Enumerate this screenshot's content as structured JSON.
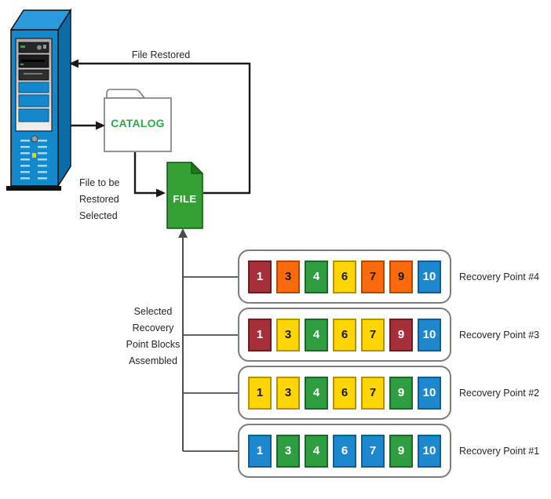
{
  "diagram": {
    "file_restored_label": "File Restored",
    "catalog_label": "CATALOG",
    "file_label": "FILE",
    "file_to_be_label": "File to be\nRestored\nSelected",
    "assembled_label": "Selected\nRecovery\nPoint Blocks\nAssembled"
  },
  "colors": {
    "red": "#A6303A",
    "orange": "#FB6A0C",
    "green": "#2F9E41",
    "yellow": "#FFD503",
    "blue": "#1E88CF",
    "red_border": "#6E1C24",
    "orange_border": "#B34A00",
    "green_border": "#1D672A",
    "yellow_border": "#B39200",
    "blue_border": "#135F92",
    "server_blue": "#1488CC",
    "server_side_blue": "#0D6CA6",
    "server_top_blue": "#2B9BDD",
    "file_green": "#35A135",
    "file_fold_green": "#1E7A1E",
    "catalog_text_green": "#2EA84A"
  },
  "recovery_points": [
    {
      "label": "Recovery Point #4",
      "blocks": [
        {
          "num": "1",
          "color": "red"
        },
        {
          "num": "3",
          "color": "orange"
        },
        {
          "num": "4",
          "color": "green"
        },
        {
          "num": "6",
          "color": "yellow"
        },
        {
          "num": "7",
          "color": "orange"
        },
        {
          "num": "9",
          "color": "orange"
        },
        {
          "num": "10",
          "color": "blue"
        }
      ]
    },
    {
      "label": "Recovery Point #3",
      "blocks": [
        {
          "num": "1",
          "color": "red"
        },
        {
          "num": "3",
          "color": "yellow"
        },
        {
          "num": "4",
          "color": "green"
        },
        {
          "num": "6",
          "color": "yellow"
        },
        {
          "num": "7",
          "color": "yellow"
        },
        {
          "num": "9",
          "color": "red"
        },
        {
          "num": "10",
          "color": "blue"
        }
      ]
    },
    {
      "label": "Recovery Point #2",
      "blocks": [
        {
          "num": "1",
          "color": "yellow"
        },
        {
          "num": "3",
          "color": "yellow"
        },
        {
          "num": "4",
          "color": "green"
        },
        {
          "num": "6",
          "color": "yellow"
        },
        {
          "num": "7",
          "color": "yellow"
        },
        {
          "num": "9",
          "color": "green"
        },
        {
          "num": "10",
          "color": "blue"
        }
      ]
    },
    {
      "label": "Recovery Point #1",
      "blocks": [
        {
          "num": "1",
          "color": "blue"
        },
        {
          "num": "3",
          "color": "green"
        },
        {
          "num": "4",
          "color": "green"
        },
        {
          "num": "6",
          "color": "blue"
        },
        {
          "num": "7",
          "color": "blue"
        },
        {
          "num": "9",
          "color": "green"
        },
        {
          "num": "10",
          "color": "blue"
        }
      ]
    }
  ]
}
